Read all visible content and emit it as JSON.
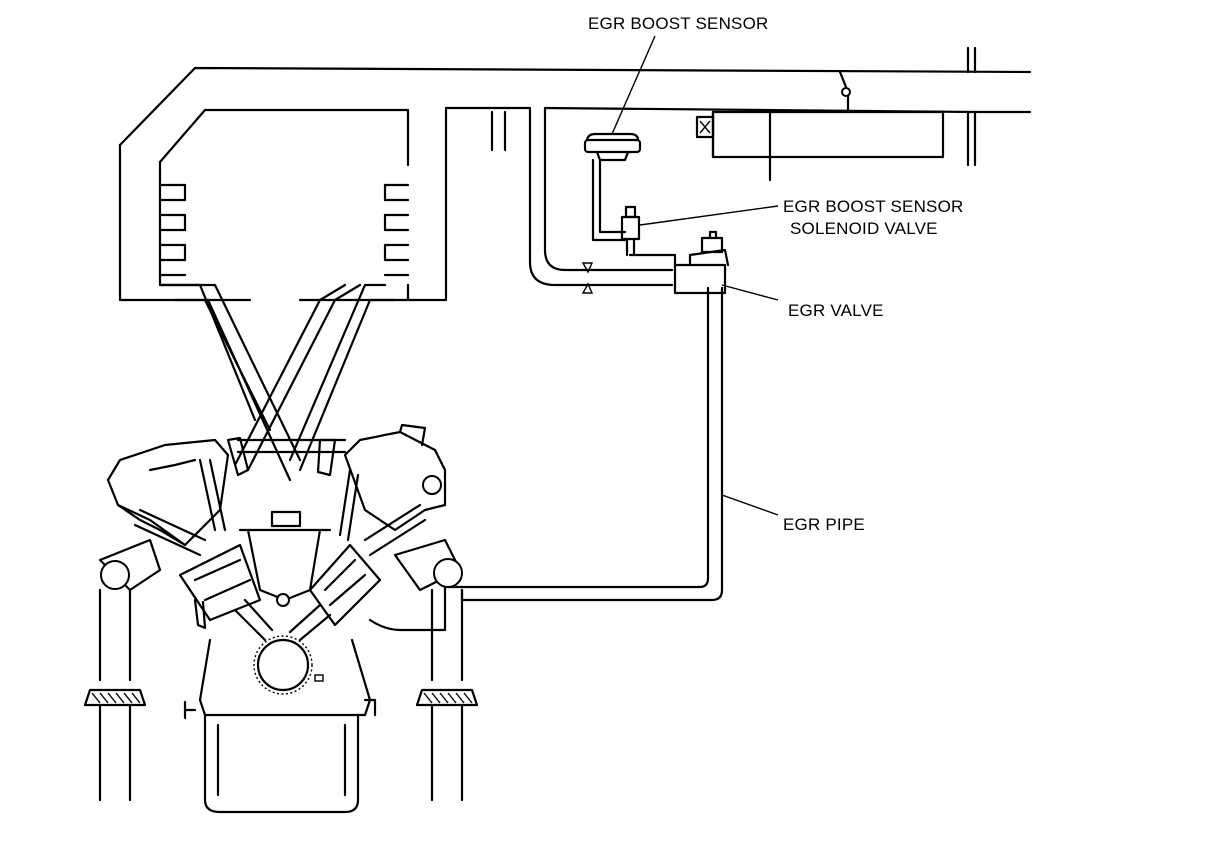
{
  "labels": {
    "egr_boost_sensor": "EGR BOOST SENSOR",
    "solenoid_line1": "EGR BOOST SENSOR",
    "solenoid_line2": "SOLENOID VALVE",
    "egr_valve": "EGR VALVE",
    "egr_pipe": "EGR PIPE"
  },
  "colors": {
    "ink": "#000000",
    "paper": "#ffffff"
  }
}
